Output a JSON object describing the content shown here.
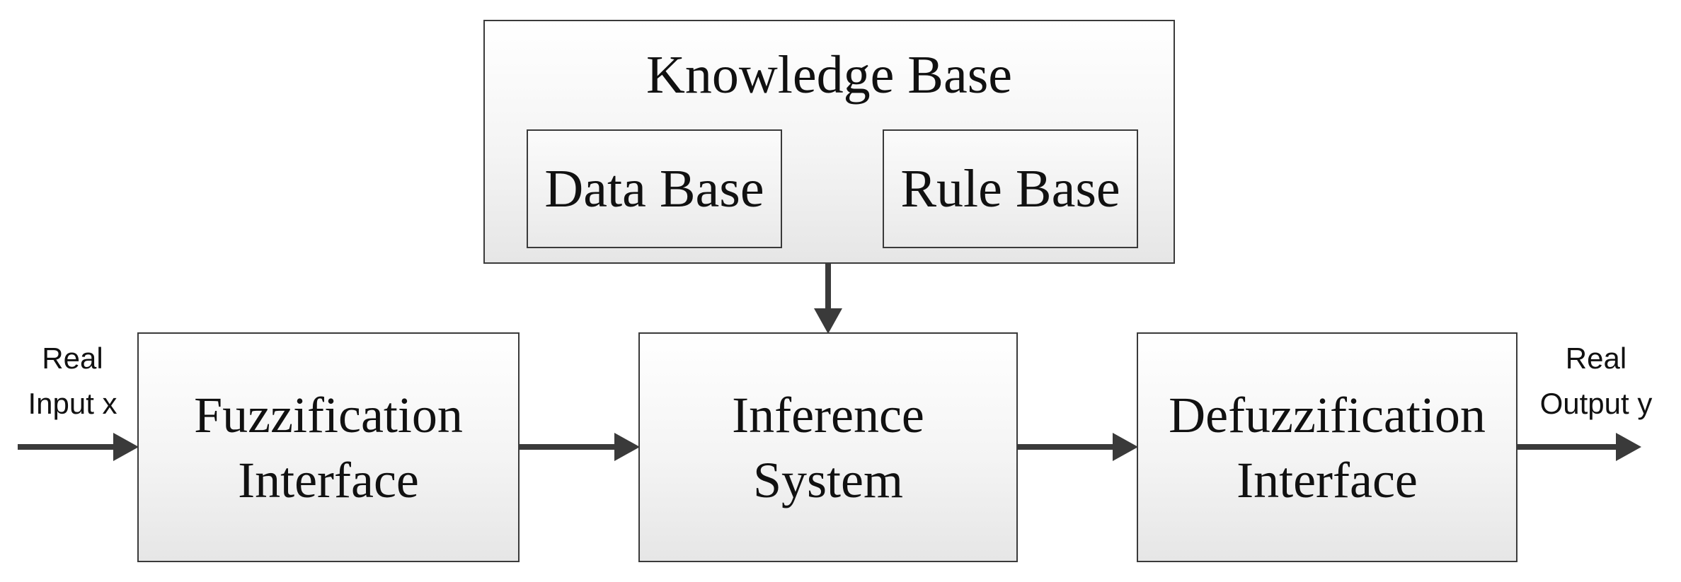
{
  "knowledge_base": {
    "title": "Knowledge Base",
    "data_base": "Data Base",
    "rule_base": "Rule Base"
  },
  "input": {
    "line1": "Real",
    "line2": "Input x"
  },
  "fuzzification": {
    "line1": "Fuzzification",
    "line2": "Interface"
  },
  "inference": {
    "line1": "Inference",
    "line2": "System"
  },
  "defuzzification": {
    "line1": "Defuzzification",
    "line2": "Interface"
  },
  "output": {
    "line1": "Real",
    "line2": "Output y"
  },
  "colors": {
    "arrow": "#3a3a3a",
    "border": "#3a3a3a",
    "text": "#111111"
  }
}
